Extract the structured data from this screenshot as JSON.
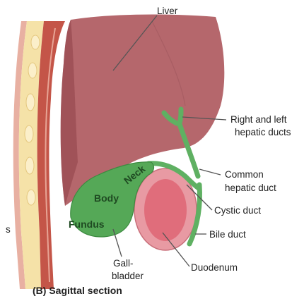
{
  "colors": {
    "liver": "#b5676c",
    "liver_dark": "#8e4248",
    "gallbladder": "#55a857",
    "ducts": "#5fb062",
    "duodenum_outer": "#e89aa3",
    "duodenum_inner": "#e06d7b",
    "fat": "#f5e2a8",
    "muscle": "#c45548"
  },
  "labels": {
    "liver": "Liver",
    "hepatic_ducts_line1": "Right and left",
    "hepatic_ducts_line2": "hepatic ducts",
    "common_hepatic_line1": "Common",
    "common_hepatic_line2": "hepatic duct",
    "cystic_duct": "Cystic duct",
    "bile_duct": "Bile duct",
    "duodenum": "Duodenum",
    "gallbladder_line1": "Gall-",
    "gallbladder_line2": "bladder",
    "neck": "Neck",
    "body": "Body",
    "fundus": "Fundus",
    "side_letter": "s"
  },
  "caption": "(B) Sagittal section"
}
